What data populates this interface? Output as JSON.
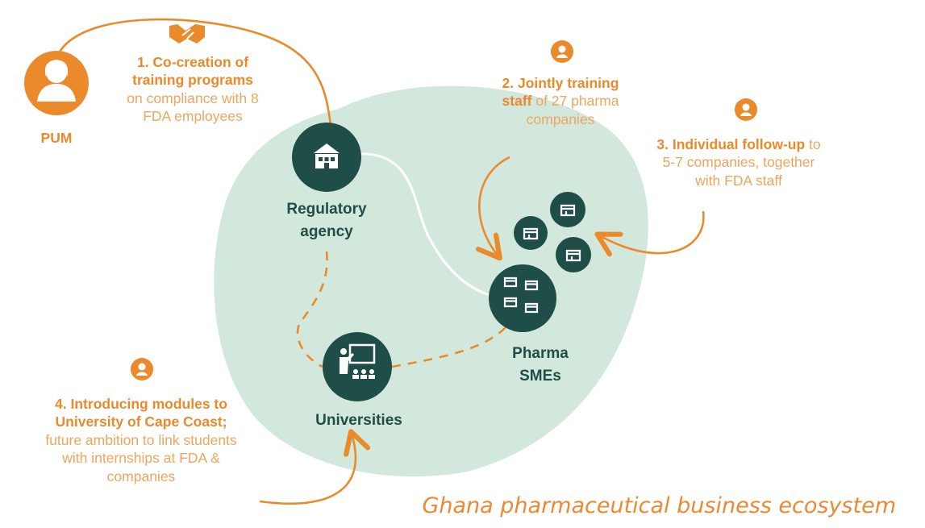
{
  "colors": {
    "accent": "#EA8A2A",
    "node_fill": "#1F4D48",
    "blob_fill": "#D3E8DD"
  },
  "pum": {
    "label": "PUM",
    "icon": "person-icon"
  },
  "steps": {
    "s1": {
      "bold1": "1. Co-creation of",
      "bold2": "training programs",
      "rest1": "on compliance with 8",
      "rest2": "FDA employees"
    },
    "s2": {
      "bold1": "2. Jointly training",
      "bold2": "staff",
      "rest1": " of 27 pharma",
      "rest2": "companies"
    },
    "s3": {
      "bold": "3. Individual follow-up",
      "rest1": " to",
      "rest2": "5-7 companies, together",
      "rest3": "with FDA staff"
    },
    "s4": {
      "bold1": "4. Introducing modules to",
      "bold2": "University of Cape Coast;",
      "rest1": "future ambition to link students",
      "rest2": "with internships at FDA &",
      "rest3": "companies"
    }
  },
  "nodes": {
    "regulatory": {
      "line1": "Regulatory",
      "line2": "agency",
      "icon": "government-building-icon"
    },
    "pharma": {
      "line1": "Pharma",
      "line2": "SMEs",
      "icon": "shop-icon"
    },
    "universities": {
      "label": "Universities",
      "icon": "teacher-classroom-icon"
    }
  },
  "icons": {
    "handshake": "handshake-icon",
    "person_badge": "person-badge-icon"
  },
  "caption": "Ghana pharmaceutical business ecosystem"
}
